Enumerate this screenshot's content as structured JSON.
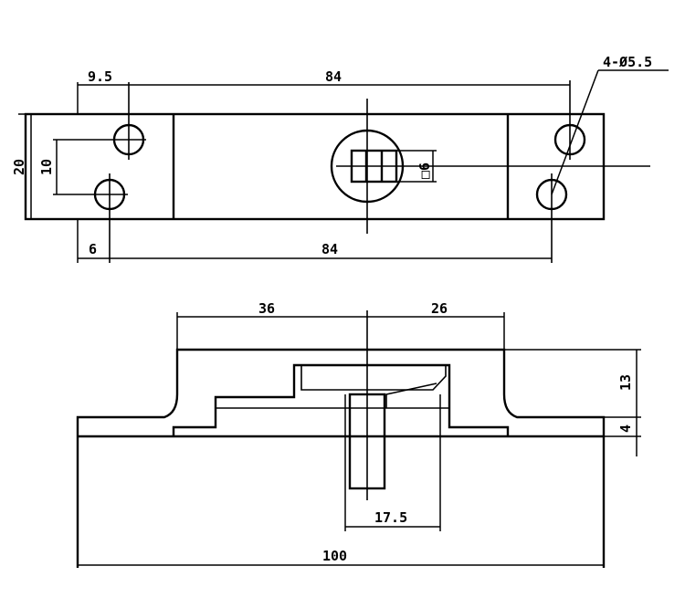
{
  "top_view": {
    "dim_top_left": "9.5",
    "dim_top_main": "84",
    "dim_hole_callout": "4-Ø5.5",
    "dim_height": "20",
    "dim_hole_spacing": "10",
    "dim_square": "□6",
    "dim_bottom_left": "6",
    "dim_bottom_main": "84"
  },
  "front_view": {
    "dim_left": "36",
    "dim_right": "26",
    "dim_height_upper": "13",
    "dim_height_lower": "4",
    "dim_latch": "17.5",
    "dim_total": "100"
  }
}
